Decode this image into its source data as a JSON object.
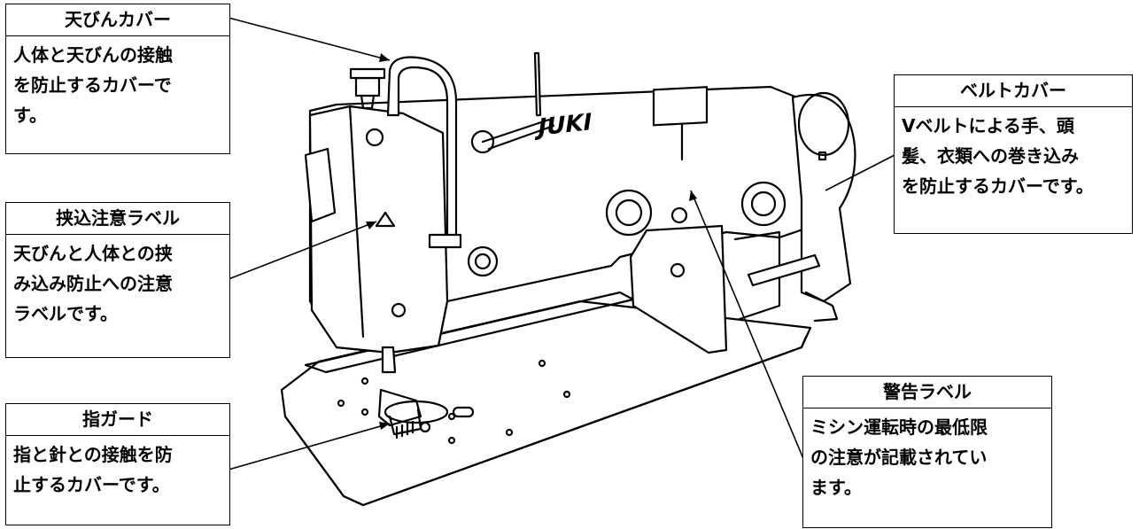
{
  "callouts": {
    "tenbin": {
      "title": "天びんカバー",
      "body": "人体と天びんの接触\nを防止するカバーで\nす。"
    },
    "hasami": {
      "title": "挟込注意ラベル",
      "body": "天びんと人体との挟\nみ込み防止への注意\nラベルです。"
    },
    "yubi": {
      "title": "指ガード",
      "body": "指と針との接触を防\n止するカバーです。"
    },
    "belt": {
      "title": "ベルトカバー",
      "body": "Vベルトによる手、頭\n髪、衣類への巻き込み\nを防止するカバーです。"
    },
    "keikoku": {
      "title": "警告ラベル",
      "body": "ミシン運転時の最低限\nの注意が記載されてい\nます。"
    }
  },
  "machine": {
    "brand": "JUKI"
  }
}
